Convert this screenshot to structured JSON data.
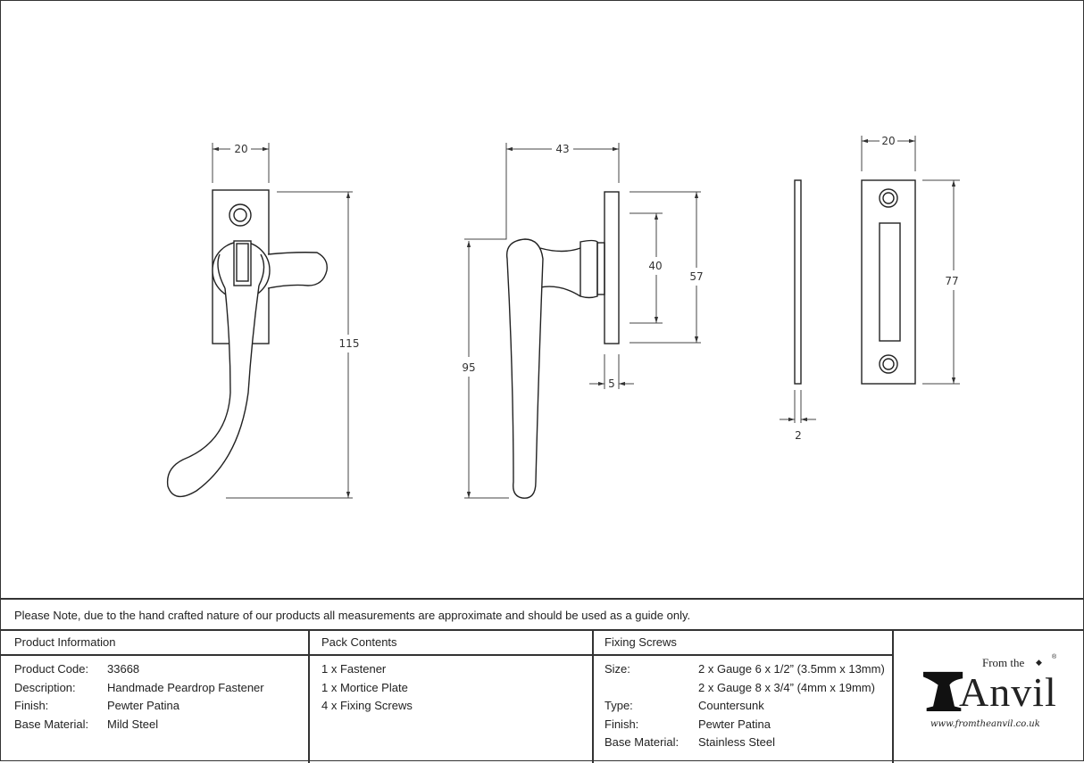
{
  "dimensions": {
    "fastener_front_width": "20",
    "fastener_front_height": "115",
    "fastener_side_depth": "43",
    "fastener_side_height": "95",
    "backplate_thickness": "5",
    "backplate_inner": "40",
    "backplate_height": "57",
    "mortice_plate_thickness": "2",
    "mortice_plate_width": "20",
    "mortice_plate_height": "77"
  },
  "note": "Please Note, due to the hand crafted nature of our products all measurements are approximate and should be used as a guide only.",
  "product_information": {
    "title": "Product Information",
    "rows": [
      {
        "label": "Product Code:",
        "value": "33668"
      },
      {
        "label": "Description:",
        "value": "Handmade Peardrop Fastener"
      },
      {
        "label": "Finish:",
        "value": "Pewter Patina"
      },
      {
        "label": "Base Material:",
        "value": "Mild Steel"
      }
    ]
  },
  "pack_contents": {
    "title": "Pack Contents",
    "items": [
      "1 x Fastener",
      "1 x Mortice Plate",
      "4 x Fixing Screws"
    ]
  },
  "fixing_screws": {
    "title": "Fixing Screws",
    "rows": [
      {
        "label": "Size:",
        "value": "2 x Gauge 6 x 1/2” (3.5mm x 13mm)"
      },
      {
        "label": "",
        "value": "2 x Gauge 8 x 3/4” (4mm x 19mm)"
      },
      {
        "label": "Type:",
        "value": "Countersunk"
      },
      {
        "label": "Finish:",
        "value": "Pewter Patina"
      },
      {
        "label": "Base Material:",
        "value": "Stainless Steel"
      }
    ]
  },
  "logo": {
    "from_the": "From the",
    "anvil": "Anvil",
    "registered": "®",
    "url": "www.fromtheanvil.co.uk"
  }
}
